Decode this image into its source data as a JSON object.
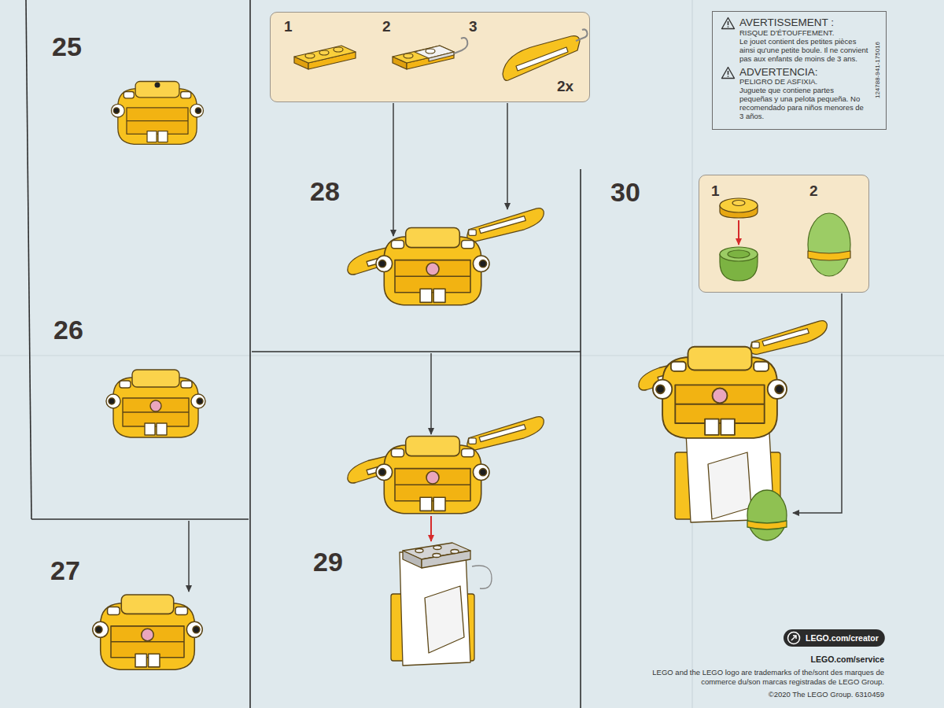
{
  "diagram": {
    "nodes": [
      {
        "text": [
          "1",
          "2",
          "3",
          "2x"
        ]
      },
      {
        "text": [
          "AVERTISSEMENT :",
          "RISQUE D'ÉTOUFFEMENT.",
          "Le jouet contient des petites pièces ainsi qu'une petite boule. Il ne convient pas aux enfants de moins de 3 ans.",
          "ADVERTENCIA:",
          "PELIGRO DE ASFIXIA.",
          "Juguete que contiene partes pequeñas y una pelota pequeña. No recomendado para niños menores de 3 años.",
          "124788-941-175016"
        ]
      },
      {
        "text": [
          "1",
          "2"
        ]
      }
    ],
    "labels": [
      "25",
      "26",
      "27",
      "28",
      "29",
      "30",
      "LEGO.com/creator",
      "LEGO.com/service",
      "LEGO and the LEGO logo are trademarks of the/sont des marques de commerce du/son marcas registradas de LEGO Group.",
      "©2020 The LEGO Group. 6310459"
    ]
  }
}
